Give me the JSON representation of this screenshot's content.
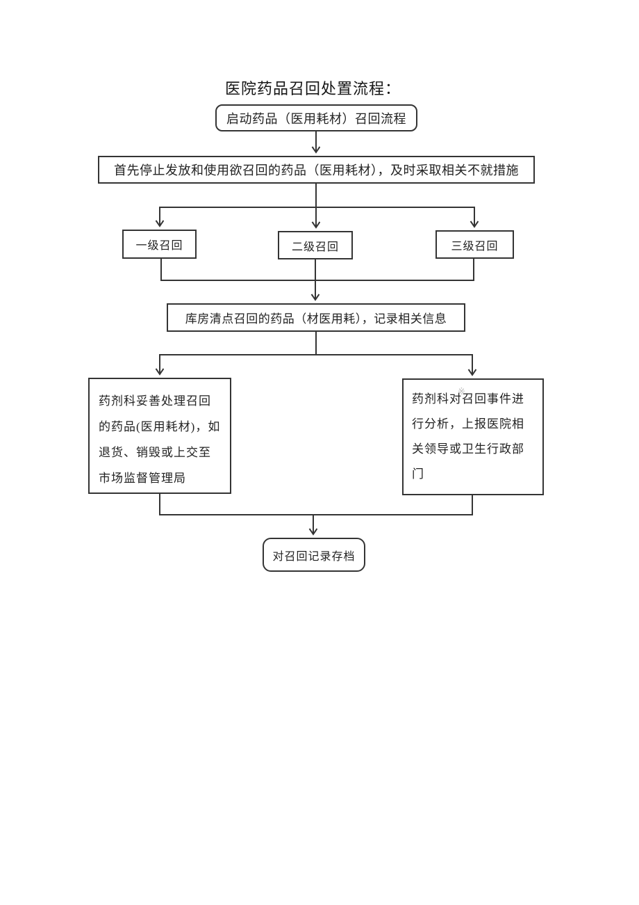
{
  "title": "医院药品召回处置流程：",
  "flowchart": {
    "nodes": {
      "start": {
        "label": "启动药品（医用耗材）召回流程",
        "shape": "rounded-rect"
      },
      "stop_use": {
        "label": "首先停止发放和使用欲召回的药品（医用耗材），及时采取相关不就措施",
        "shape": "rect"
      },
      "level1": {
        "label": "一级召回",
        "shape": "rect"
      },
      "level2": {
        "label": "二级召回",
        "shape": "rect"
      },
      "level3": {
        "label": "三级召回",
        "shape": "rect"
      },
      "warehouse": {
        "label": "库房清点召回的药品（材医用耗），记录相关信息",
        "shape": "rect"
      },
      "dispose": {
        "label": "药剂科妥善处理召回的药品(医用耗材)，如退货、销毁或上交至市场监督管理局",
        "shape": "rect"
      },
      "analyze": {
        "label": "药剂科对召回事件进行分析，上报医院相关领导或卫生行政部门",
        "shape": "rect",
        "artifact_mark": "※"
      },
      "archive": {
        "label": "对召回记录存档",
        "shape": "rounded-rect"
      }
    },
    "colors": {
      "line": "#343434",
      "border": "#343434",
      "text": "#222222",
      "background": "#ffffff"
    }
  }
}
